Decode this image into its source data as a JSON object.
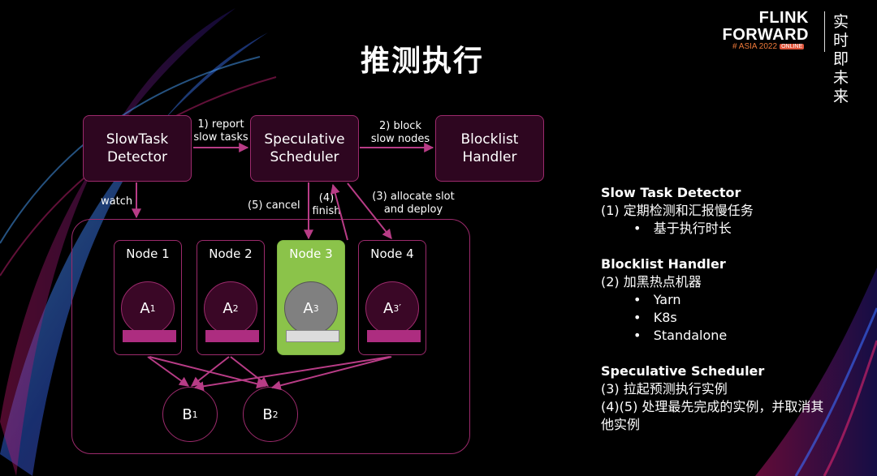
{
  "title": "推测执行",
  "logo": {
    "line1": "FLINK",
    "line2": "FORWARD",
    "asia": "# ASIA 2022",
    "badge": "ONLINE",
    "cn": "实时即未来"
  },
  "diagram": {
    "slowtask": "SlowTask Detector",
    "scheduler": "Speculative Scheduler",
    "blocklist": "Blocklist Handler",
    "report": "1) report slow tasks",
    "block": "2) block slow nodes",
    "watch": "watch",
    "cancel": "(5) cancel",
    "finish": "(4) finish",
    "allocate": "(3) allocate slot and deploy",
    "nodes": [
      {
        "label": "Node 1",
        "task": "A",
        "sub": "1",
        "prime": ""
      },
      {
        "label": "Node 2",
        "task": "A",
        "sub": "2",
        "prime": ""
      },
      {
        "label": "Node 3",
        "task": "A",
        "sub": "3",
        "prime": ""
      },
      {
        "label": "Node 4",
        "task": "A",
        "sub": "3",
        "prime": "′"
      }
    ],
    "b": [
      {
        "task": "B",
        "sub": "1"
      },
      {
        "task": "B",
        "sub": "2"
      }
    ]
  },
  "colors": {
    "accent": "#9c2a6c",
    "active_node": "#8bc34a",
    "bar": "#ad2d80"
  },
  "sidebar": {
    "s1": {
      "heading": "Slow Task Detector",
      "line": "(1) 定期检测和汇报慢任务",
      "bullets": [
        "基于执行时长"
      ]
    },
    "s2": {
      "heading": "Blocklist Handler",
      "line": "(2) 加黑热点机器",
      "bullets": [
        "Yarn",
        "K8s",
        "Standalone"
      ]
    },
    "s3": {
      "heading": "Speculative Scheduler",
      "line1": "(3) 拉起预测执行实例",
      "line2": "(4)(5) 处理最先完成的实例，并取消其他实例"
    }
  }
}
